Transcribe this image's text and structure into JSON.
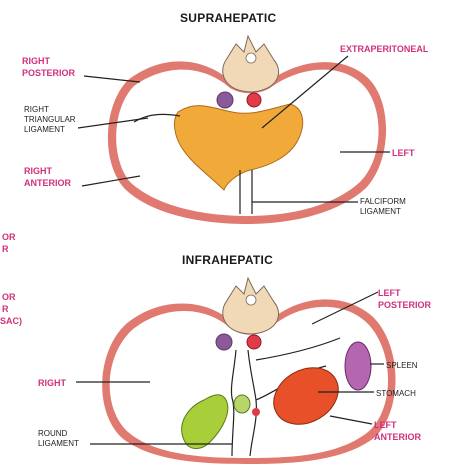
{
  "titles": {
    "top": "SUPRAHEPATIC",
    "bottom": "INFRAHEPATIC"
  },
  "labels": {
    "right_posterior": [
      "RIGHT",
      "POSTERIOR"
    ],
    "right_triangular_ligament": [
      "RIGHT",
      "TRIANGULAR",
      "LIGAMENT"
    ],
    "right_anterior": [
      "RIGHT",
      "ANTERIOR"
    ],
    "extraperitoneal": "EXTRAPERITONEAL",
    "left": "LEFT",
    "falciform_ligament": [
      "FALCIFORM",
      "LIGAMENT"
    ],
    "left_posterior": [
      "LEFT",
      "POSTERIOR"
    ],
    "spleen": "SPLEEN",
    "right": "RIGHT",
    "stomach": "STOMACH",
    "round_ligament": [
      "ROUND",
      "LIGAMENT"
    ],
    "left_anterior": [
      "LEFT",
      "ANTERIOR"
    ]
  },
  "edge_fragments": [
    "OR",
    "R",
    "OR",
    "R",
    "SAC)"
  ],
  "colors": {
    "wall": "#e07a70",
    "liver_bare_area": "#f1a93a",
    "vertebra": "#f1d9b8",
    "spleen": "#b467b0",
    "stomach": "#e8502a",
    "gallbladder": "#a8cf3a",
    "label_pink": "#d0317c",
    "label_dark": "#222222"
  }
}
